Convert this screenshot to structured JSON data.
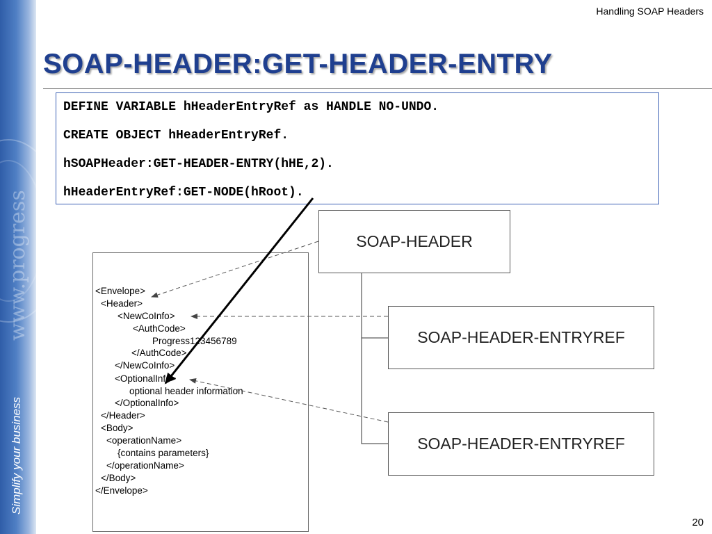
{
  "slide": {
    "header_label": "Handling SOAP Headers",
    "title": "SOAP-HEADER:GET-HEADER-ENTRY",
    "page_number": "20",
    "tagline": "Simplify your business",
    "watermark": "www.progress"
  },
  "code": {
    "lines": [
      "DEFINE VARIABLE hHeaderEntryRef as HANDLE NO-UNDO.",
      "CREATE OBJECT hHeaderEntryRef.",
      "hSOAPHeader:GET-HEADER-ENTRY(hHE,2).",
      "hHeaderEntryRef:GET-NODE(hRoot)."
    ]
  },
  "xml": {
    "lines": [
      "<Envelope>",
      "<Header>",
      "<NewCoInfo>",
      "<AuthCode>",
      "Progress123456789",
      "</AuthCode>",
      "</NewCoInfo>",
      "<OptionalInfo>",
      "optional header information",
      "</OptionalInfo>",
      "</Header>",
      "<Body>",
      "<operationName>",
      "{contains parameters}",
      "</operationName>",
      "</Body>",
      "</Envelope>"
    ]
  },
  "diagram": {
    "header_box": "SOAP-HEADER",
    "entry_boxes": [
      "SOAP-HEADER-ENTRYREF",
      "SOAP-HEADER-ENTRYREF"
    ]
  },
  "colors": {
    "title": "#1f3f8f",
    "code_border": "#3a5fb3",
    "side_band": "#3f6db8"
  }
}
